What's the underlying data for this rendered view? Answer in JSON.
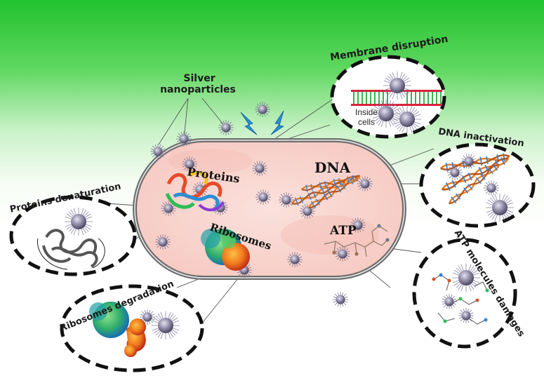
{
  "labels": {
    "silver_line1": "Silver",
    "silver_line2": "nanoparticles",
    "membrane_disruption": "Membrane disruption",
    "inside_cells_line1": "Inside",
    "inside_cells_line2": "cells",
    "dna_inactivation": "DNA inactivation",
    "atp_damages": "ATP molecules damages",
    "proteins_denaturation": "Proteins denaturation",
    "ribosomes_degradation": "Ribosomes degradation",
    "proteins": "Proteins",
    "dna": "DNA",
    "ribosomes": "Ribosomes",
    "atp": "ATP"
  },
  "colors": {
    "background_top": "#22c22e",
    "cell_fill": "#f9d3cd",
    "cell_border": "#6e6e6e",
    "nanoparticle": "#8e8aa6",
    "lightning": "#2a8fd6",
    "membrane_red": "#d9233a",
    "membrane_green": "#3bb34a",
    "dna_orange": "#e87a1d"
  },
  "icons": {
    "nanoparticle": "spiky-sphere",
    "lightning": "lightning-bolt"
  }
}
